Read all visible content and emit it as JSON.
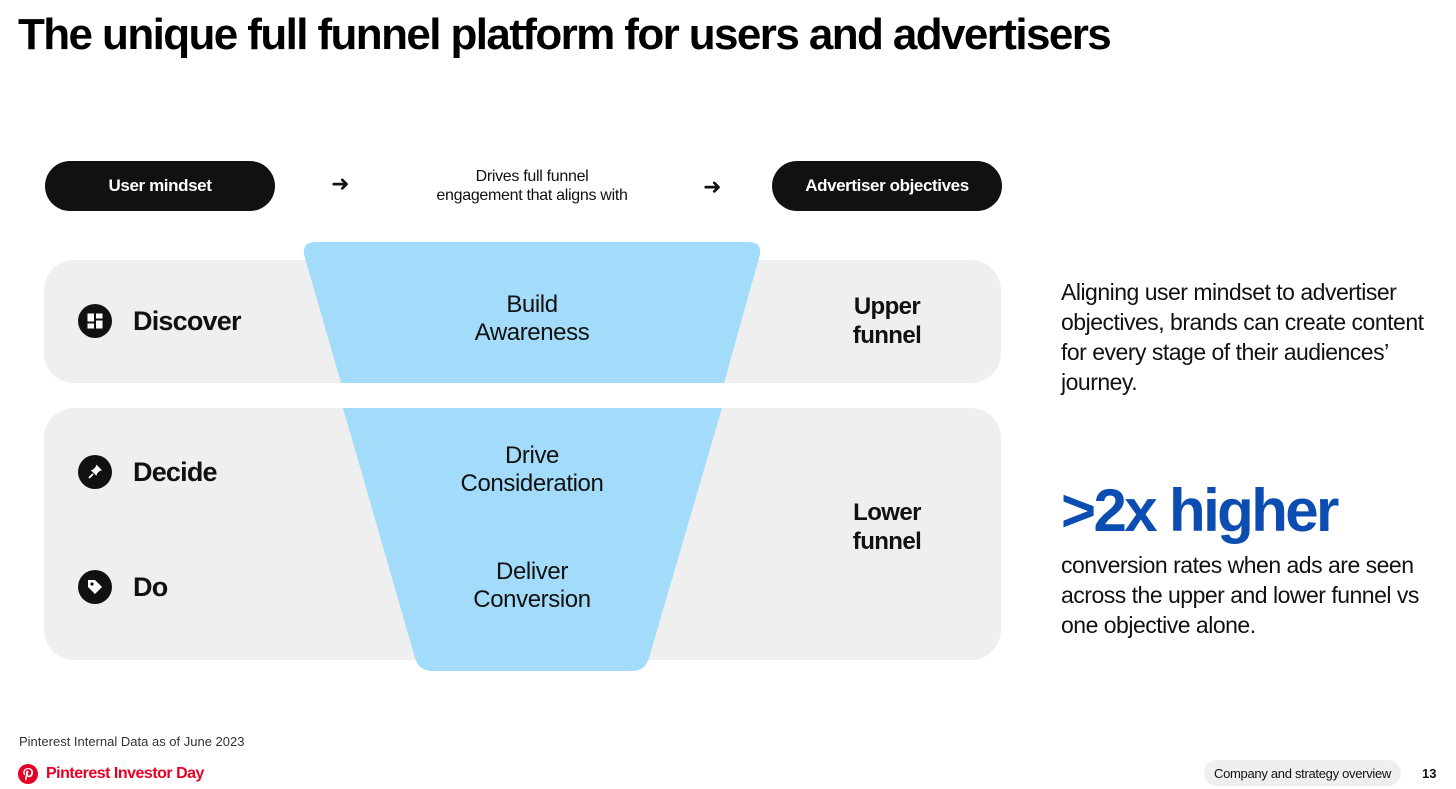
{
  "title": "The unique full funnel platform for users and advertisers",
  "header": {
    "user_pill": "User mindset",
    "connector_line1": "Drives full funnel",
    "connector_line2": "engagement that aligns with",
    "advertiser_pill": "Advertiser objectives",
    "arrow": "➜"
  },
  "mindsets": [
    {
      "label": "Discover",
      "icon": "grid-icon"
    },
    {
      "label": "Decide",
      "icon": "pin-icon"
    },
    {
      "label": "Do",
      "icon": "tag-icon"
    }
  ],
  "stages": [
    {
      "line1": "Build",
      "line2": "Awareness"
    },
    {
      "line1": "Drive",
      "line2": "Consideration"
    },
    {
      "line1": "Deliver",
      "line2": "Conversion"
    }
  ],
  "objectives": {
    "upper": {
      "line1": "Upper",
      "line2": "funnel"
    },
    "lower": {
      "line1": "Lower",
      "line2": "funnel"
    }
  },
  "side": {
    "description": "Aligning user mindset to advertiser objectives, brands can create content for every stage of their audiences’ journey.",
    "stat": ">2x higher",
    "stat_text": "conversion rates when ads are seen across the upper and lower funnel vs one objective alone."
  },
  "footer": {
    "source": "Pinterest Internal Data as of June 2023",
    "brand": "Pinterest Investor Day",
    "section": "Company and strategy overview",
    "page": "13"
  },
  "colors": {
    "funnel": "#a3dcfa",
    "panel": "#efefef",
    "accent_blue": "#0b4db1",
    "brand_red": "#e60023",
    "pill": "#111111"
  }
}
